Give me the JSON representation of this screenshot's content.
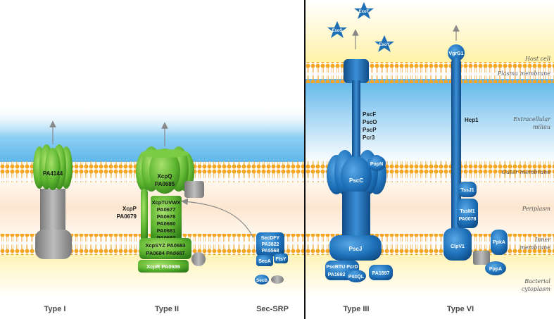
{
  "regions": {
    "host_cell": "Host cell",
    "plasma_membrane": "Plasma membrane",
    "extracellular_1": "Extracellular",
    "extracellular_2": "milieu",
    "outer_membrane": "Outer membrane",
    "periplasm": "Periplasm",
    "inner_membrane_1": "Inner",
    "inner_membrane_2": "membrane",
    "cytoplasm_1": "Bacterial",
    "cytoplasm_2": "cytoplasm"
  },
  "types": {
    "type1": "Type I",
    "type2": "Type II",
    "secsrp": "Sec-SRP",
    "type3": "Type III",
    "type6": "Type VI"
  },
  "type1": {
    "pore": "PA4144"
  },
  "type2": {
    "secretin_1": "XcpQ",
    "secretin_2": "PA0685",
    "xcpp_1": "XcpP",
    "xcpp_2": "PA0679",
    "pilus_1": "XcpTUVWX",
    "pilus_2": "PA0677",
    "pilus_3": "PA0678",
    "pilus_4": "PA0680",
    "pilus_5": "PA0681",
    "pilus_6": "PA0682",
    "base_1": "XcpSYZ  PA0683",
    "base_2": "PA0684  PA0687",
    "atpase": "XcpR   PA0686"
  },
  "secsrp": {
    "secdfy_1": "SecDFY",
    "secdfy_2": "PA3822",
    "secdfy_3": "PA5568",
    "seca": "SecA",
    "ftsy": "FtsY",
    "secb": "SecB"
  },
  "type3": {
    "exot": "ExoT",
    "exos": "ExoS",
    "exoy": "ExoY",
    "needle_1": "PscF",
    "needle_2": "PscO",
    "needle_3": "PscP",
    "needle_4": "Pcr3",
    "popn": "PopN",
    "pscc": "PscC",
    "pscj": "PscJ",
    "rtu_1": "PscRTU PcrD",
    "rtu_2": "PA1692",
    "pscql": "PscQL",
    "pa1697": "PA1697"
  },
  "type6": {
    "vgrg1": "VgrG1",
    "hcp1": "Hcp1",
    "tssj1": "TssJ1",
    "tssm1_1": "TssM1",
    "tssm1_2": "PA0078",
    "clpv1": "ClpV1",
    "ppka": "PpkA",
    "pppa": "PppA"
  },
  "colors": {
    "green": "#5aa82e",
    "blue": "#1f6fb5",
    "gray": "#9a9a9a",
    "lipid": "#f5a623",
    "extracellular": "#7cc4ee"
  }
}
